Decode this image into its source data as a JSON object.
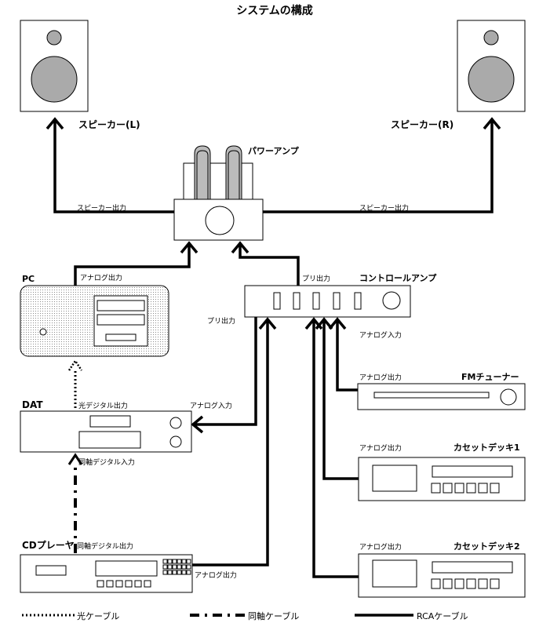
{
  "title": "システムの構成",
  "devices": {
    "speaker_left": "スピーカー(L)",
    "speaker_right": "スピーカー(R)",
    "power_amp": "パワーアンプ",
    "pc": "PC",
    "control_amp": "コントロールアンプ",
    "dat": "DAT",
    "fm_tuner": "FMチューナー",
    "cassette1": "カセットデッキ1",
    "cd_player": "CDプレーヤ",
    "cassette2": "カセットデッキ2"
  },
  "ports": {
    "speaker_out_left": "スピーカー出力",
    "speaker_out_right": "スピーカー出力",
    "pc_analog_out": "アナログ出力",
    "pre_out_top": "プリ出力",
    "pre_out_left": "プリ出力",
    "analog_in_control": "アナログ入力",
    "optical_digital_out": "光デジタル出力",
    "dat_analog_in": "アナログ入力",
    "coax_digital_in": "同軸デジタル入力",
    "fm_analog_out": "アナログ出力",
    "cassette1_analog_out": "アナログ出力",
    "cd_coax_digital_out": "同軸デジタル出力",
    "cd_analog_out": "アナログ出力",
    "cassette2_analog_out": "アナログ出力"
  },
  "legend": {
    "optical": "光ケーブル",
    "coaxial": "同軸ケーブル",
    "rca": "RCAケーブル"
  }
}
